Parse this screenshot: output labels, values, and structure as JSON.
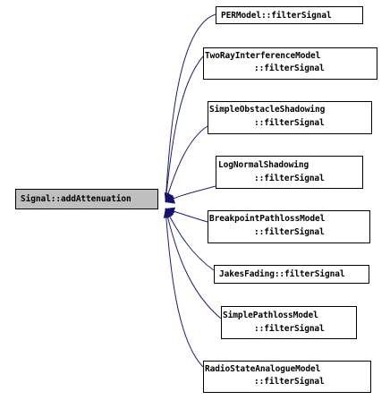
{
  "diagram": {
    "source": {
      "label": "Signal::addAttenuation"
    },
    "targets": [
      {
        "id": "per",
        "line1": "PERModel::filterSignal",
        "line2": ""
      },
      {
        "id": "tworay",
        "line1": "TwoRayInterferenceModel",
        "line2": "::filterSignal"
      },
      {
        "id": "obstacle",
        "line1": "SimpleObstacleShadowing",
        "line2": "::filterSignal"
      },
      {
        "id": "lognormal",
        "line1": "LogNormalShadowing",
        "line2": "::filterSignal"
      },
      {
        "id": "breakpoint",
        "line1": "BreakpointPathlossModel",
        "line2": "::filterSignal"
      },
      {
        "id": "jakes",
        "line1": "JakesFading::filterSignal",
        "line2": ""
      },
      {
        "id": "simplepathloss",
        "line1": "SimplePathlossModel",
        "line2": "::filterSignal"
      },
      {
        "id": "radiostate",
        "line1": "RadioStateAnalogueModel",
        "line2": "::filterSignal"
      }
    ],
    "colors": {
      "edge": "#1f1f7a",
      "arrowhead": "#14146e",
      "source_fill": "#bfbfbf",
      "box_border": "#000000",
      "background": "#ffffff"
    }
  }
}
